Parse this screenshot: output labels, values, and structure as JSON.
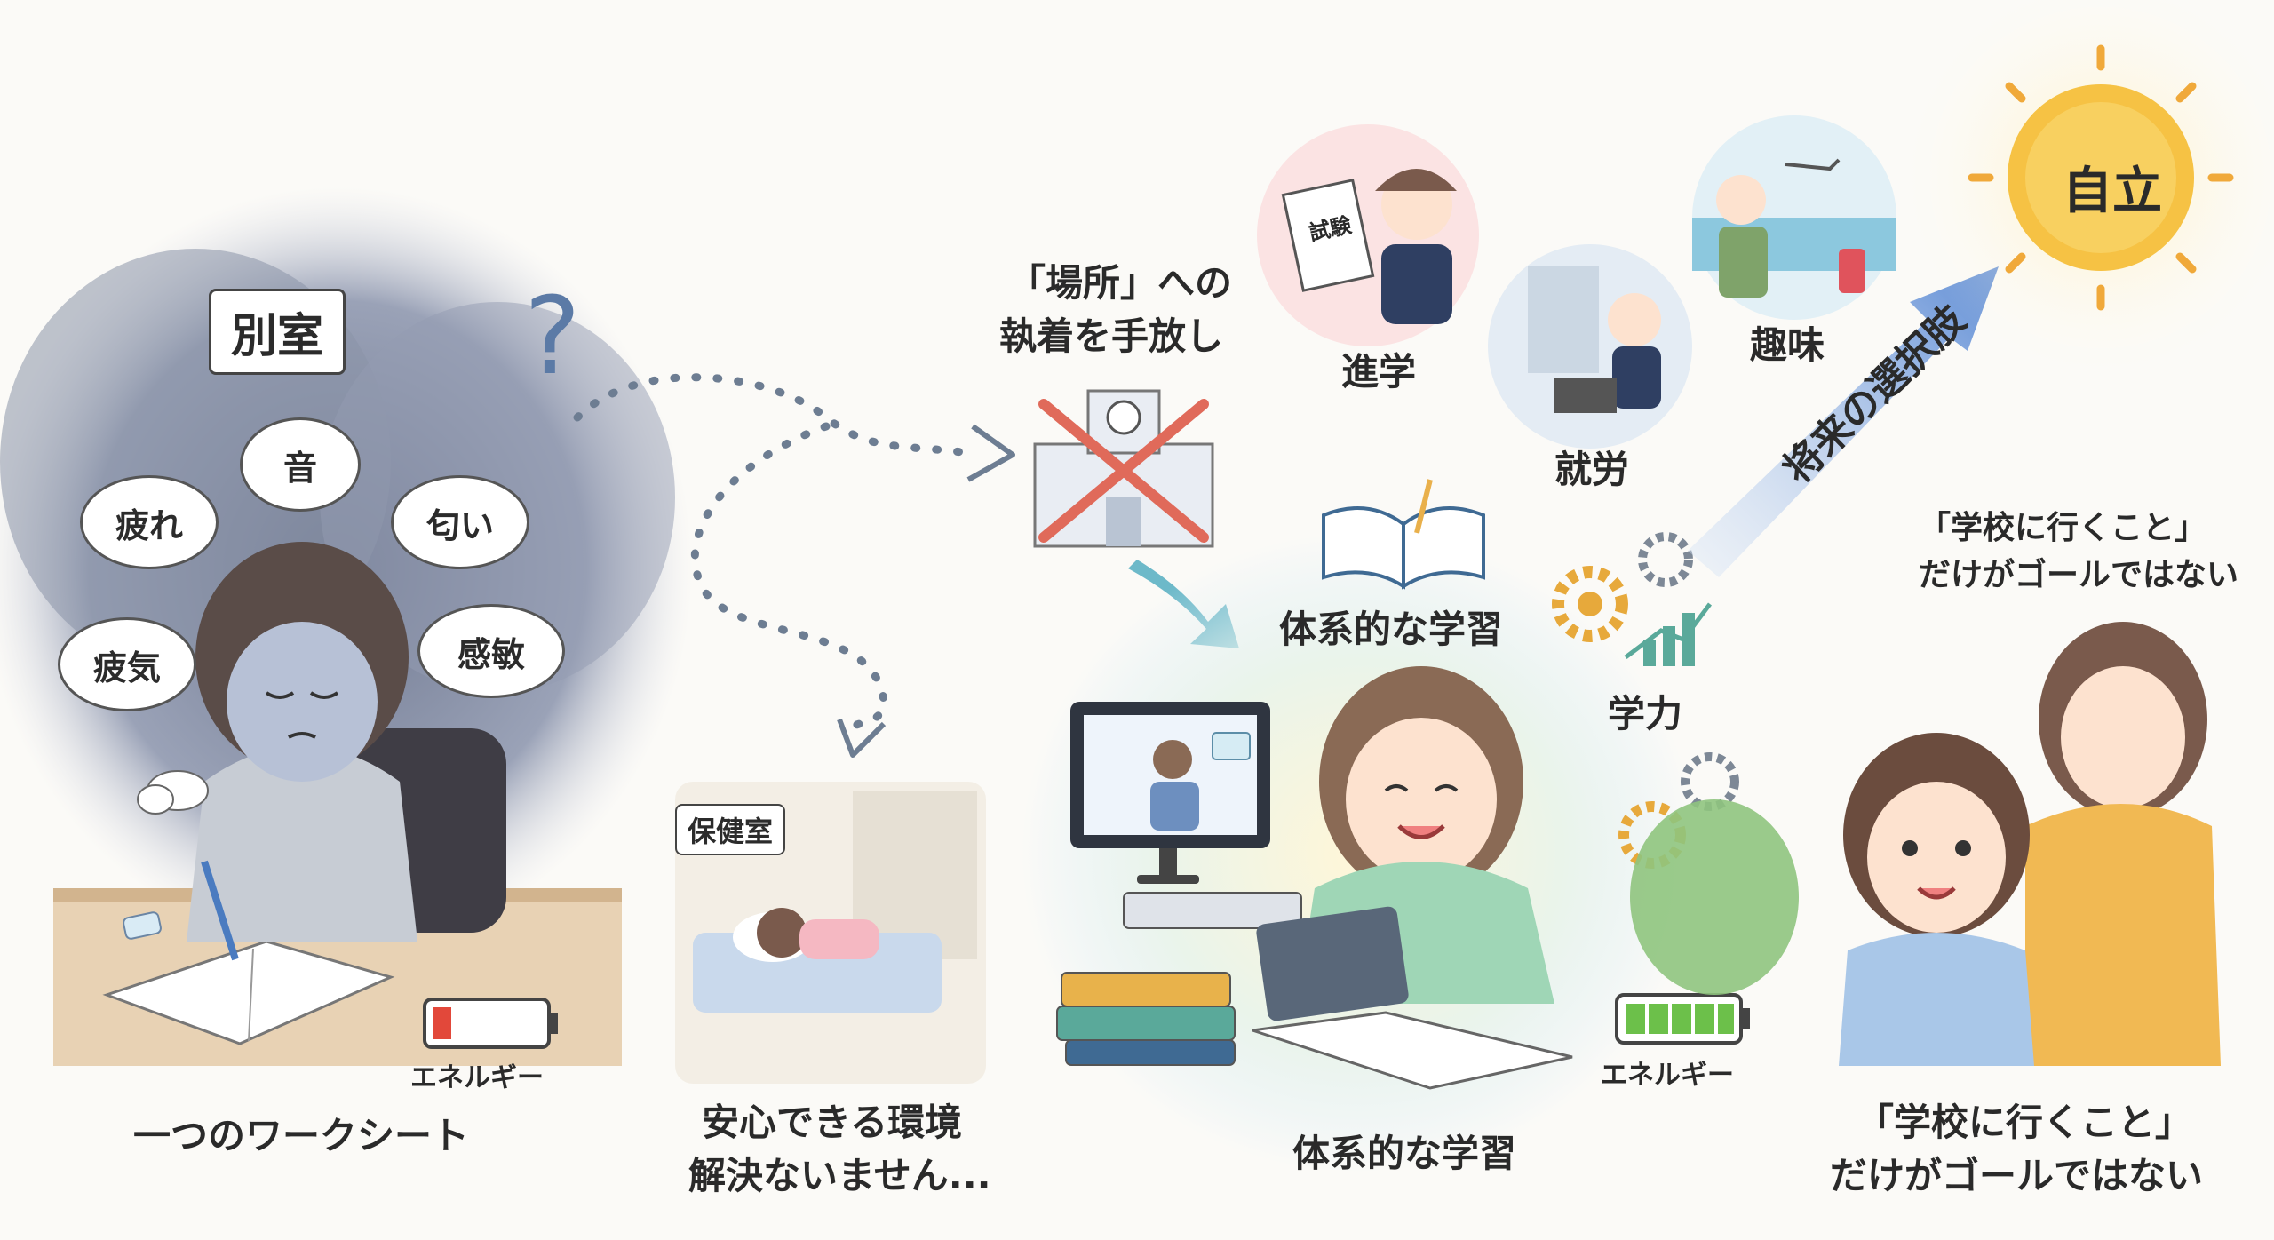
{
  "left": {
    "room_label": "別室",
    "question_mark": "?",
    "thought_bubbles": [
      "疲れ",
      "音",
      "匂い",
      "疲気",
      "感敏"
    ],
    "energy_label": "エネルギー",
    "caption": "一つのワークシート"
  },
  "middle": {
    "detach_text": [
      "「場所」への",
      "執着を手放し"
    ],
    "nurse_room_label": "保健室",
    "nurse_caption": [
      "安心できる環境",
      "解決ないません..."
    ]
  },
  "center": {
    "book_label": "体系的な学習",
    "energy_label": "エネルギー",
    "caption": "体系的な学習",
    "academic_label": "学力"
  },
  "future": {
    "paths": [
      "進学",
      "就労",
      "趣味"
    ],
    "exam_paper": "試験",
    "arrow_label": "将来の選択肢",
    "sun_label": "自立",
    "goal_text_top": [
      "「学校に行くこと」",
      "だけがゴールではない"
    ],
    "goal_text_bottom": [
      "「学校に行くこと」",
      "だけがゴールではない"
    ]
  },
  "colors": {
    "storm_cloud": "#8d95aa",
    "energy_low": "#e2483a",
    "energy_full": "#6cc04a",
    "arrow_blue": "#6a95d6",
    "sun": "#f6c244"
  }
}
